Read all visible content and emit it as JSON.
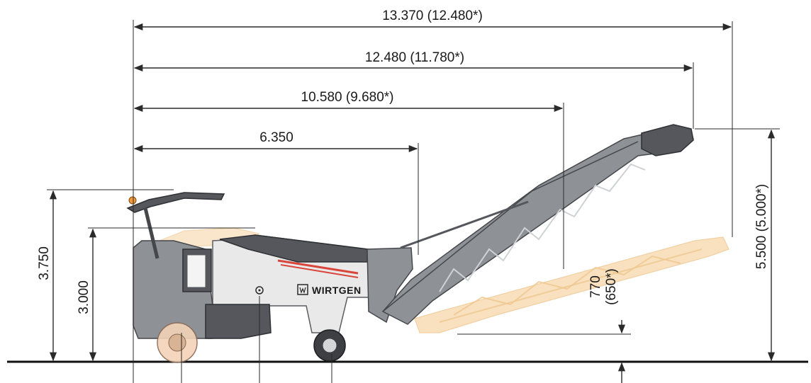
{
  "dimensions": {
    "length_1": "13.370 (12.480*)",
    "length_2": "12.480 (11.780*)",
    "length_3": "10.580 (9.680*)",
    "length_4": "6.350",
    "height_roof": "3.750",
    "height_cabin": "3.000",
    "discharge_height_high": "5.500 (5.000*)",
    "discharge_height_low_line1": "770",
    "discharge_height_low_line2": "(650*)"
  },
  "machine": {
    "brand_label": "WIRTGEN",
    "brand_icon": "wirtgen-logo-icon"
  },
  "colors": {
    "machine_grey": "#8e9196",
    "machine_dark": "#55575c",
    "machine_white": "#e9e9ea",
    "accent_red": "#d9453a",
    "ghost_conveyor": "#f8dcb4",
    "dimension_line": "#2a2a2a"
  }
}
